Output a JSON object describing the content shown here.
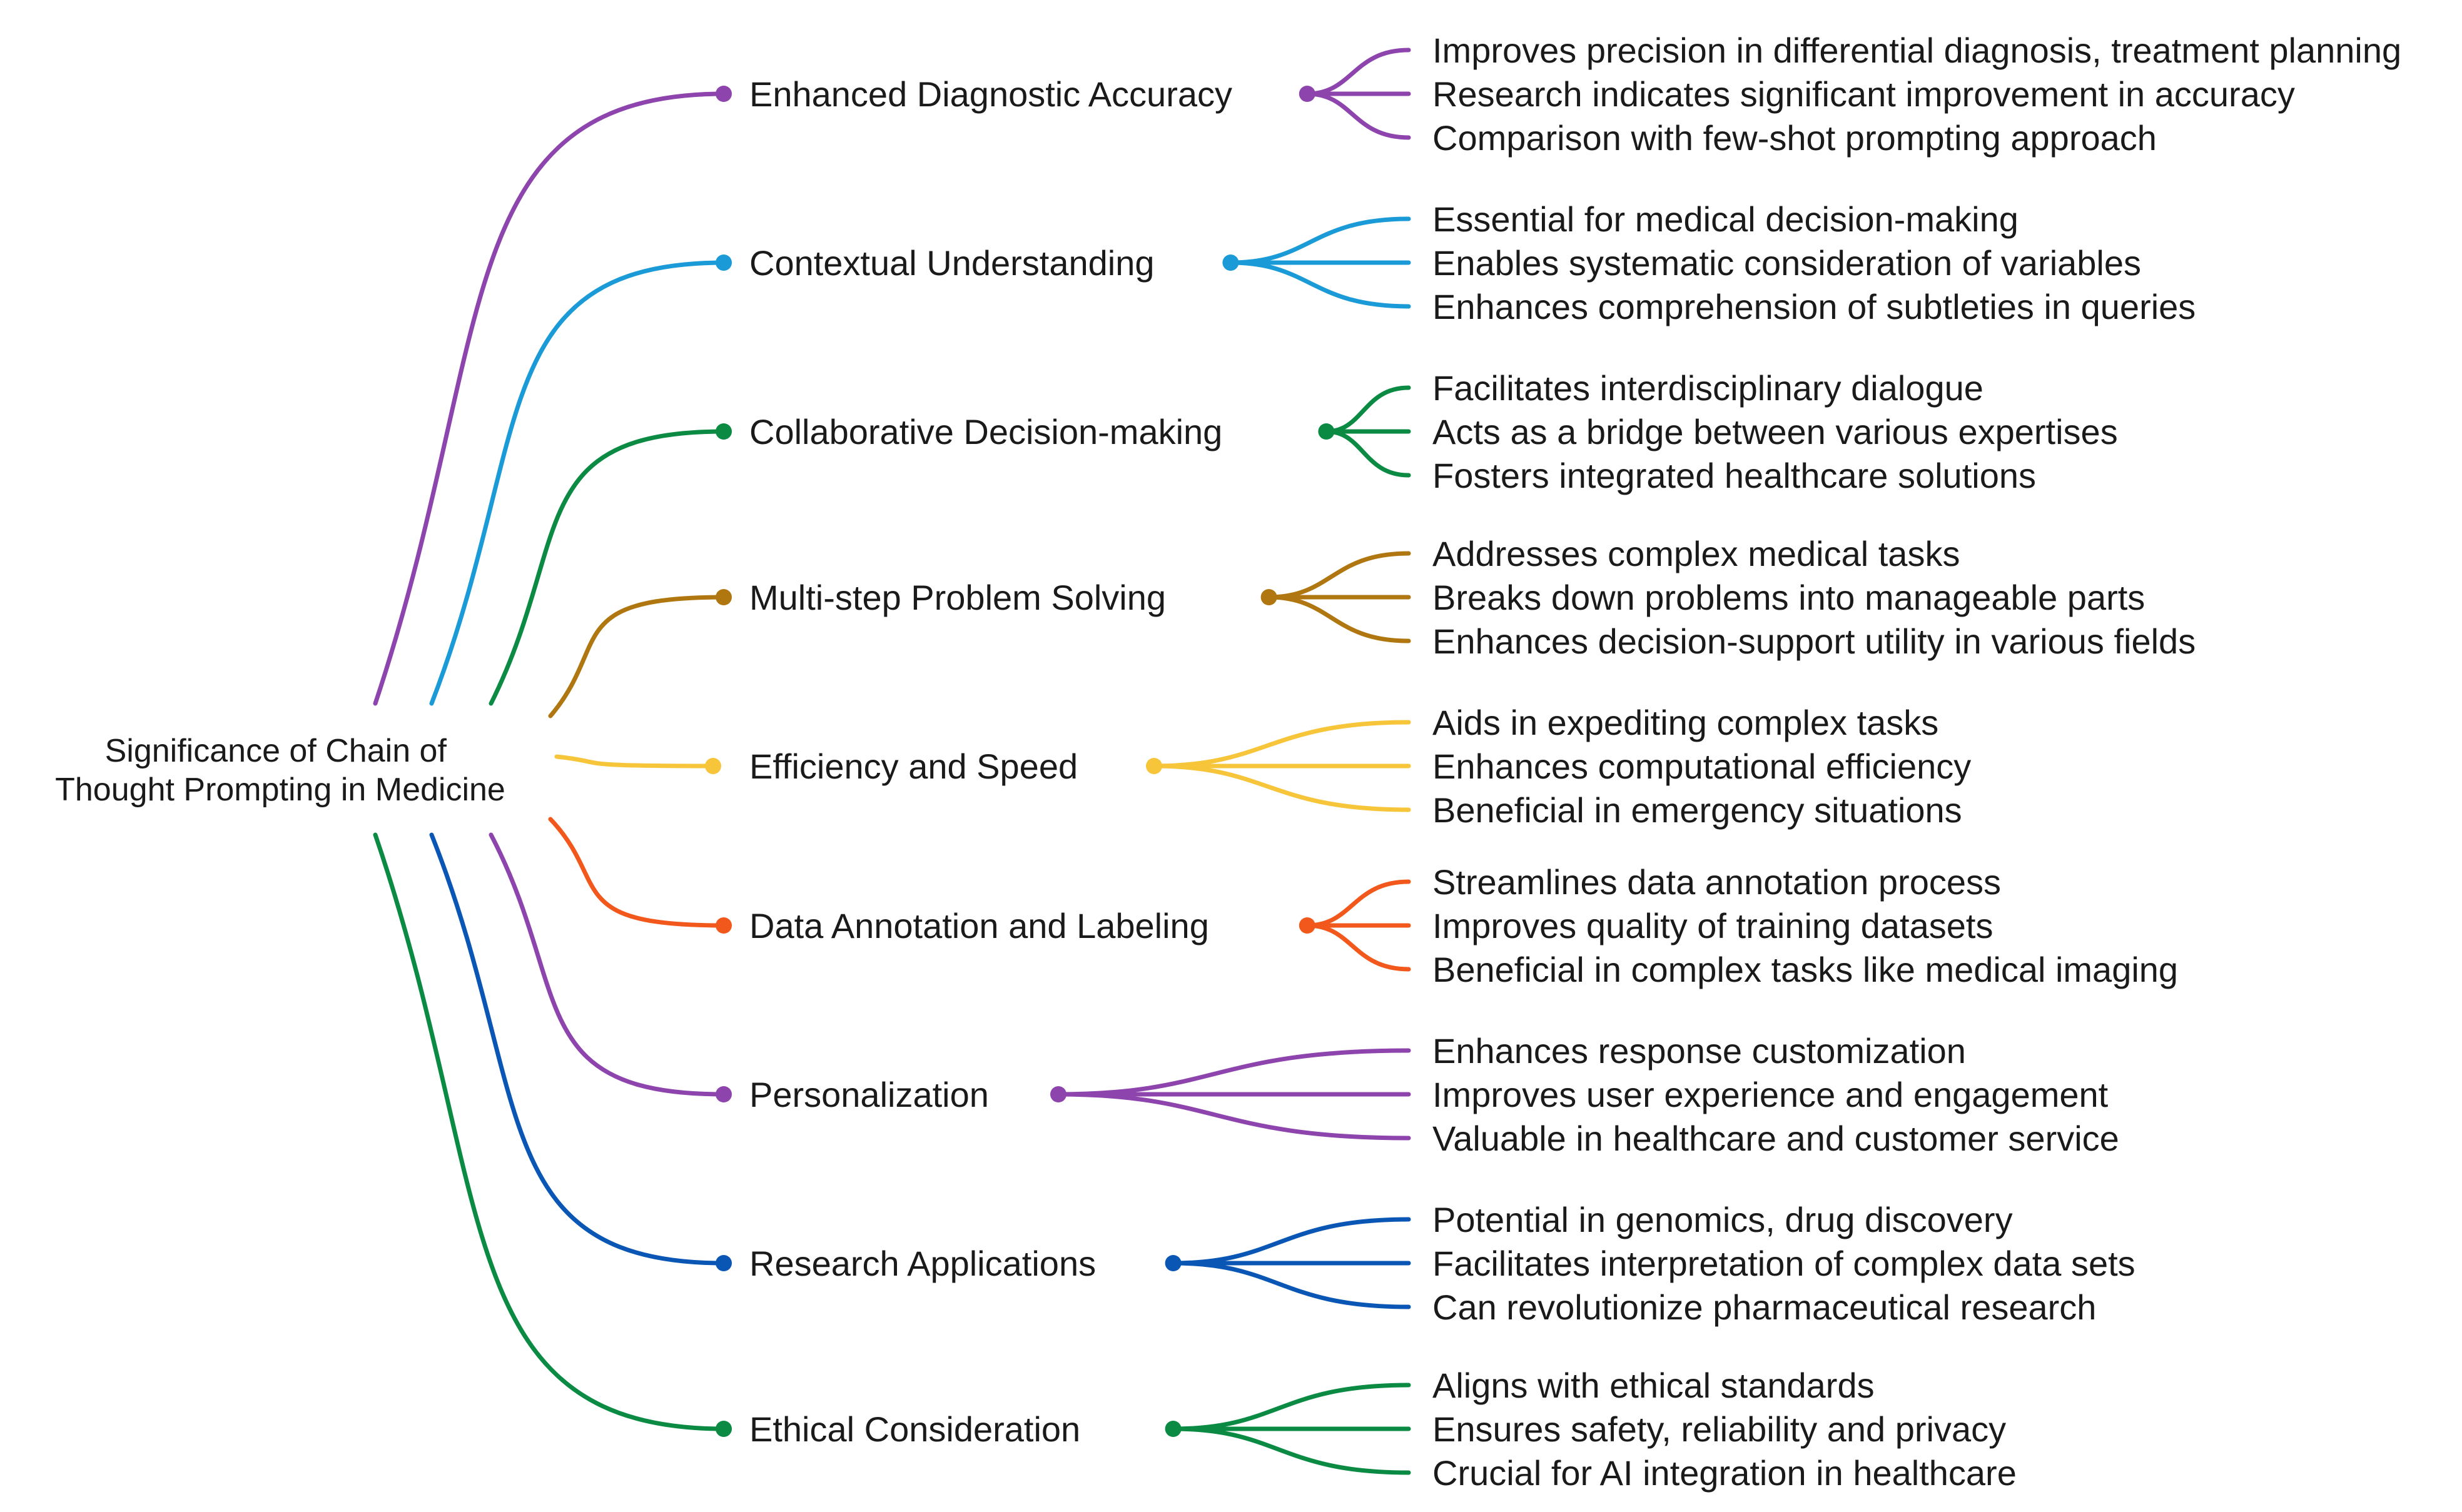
{
  "root": {
    "lines": [
      "Significance of Chain of",
      "Thought Prompting in Medicine"
    ]
  },
  "branches": [
    {
      "label": "Enhanced Diagnostic Accuracy",
      "color": "#8e44ad",
      "leaves": [
        "Improves precision in differential diagnosis, treatment planning",
        "Research indicates significant improvement in accuracy",
        "Comparison with few-shot prompting approach"
      ]
    },
    {
      "label": "Contextual Understanding",
      "color": "#1a9bd7",
      "leaves": [
        "Essential for medical decision-making",
        "Enables systematic consideration of variables",
        "Enhances comprehension of subtleties in queries"
      ]
    },
    {
      "label": "Collaborative Decision-making",
      "color": "#0a8a43",
      "leaves": [
        "Facilitates interdisciplinary dialogue",
        "Acts as a bridge between various expertises",
        "Fosters integrated healthcare solutions"
      ]
    },
    {
      "label": "Multi-step Problem Solving",
      "color": "#b07710",
      "leaves": [
        "Addresses complex medical tasks",
        "Breaks down problems into manageable parts",
        "Enhances decision-support utility in various fields"
      ]
    },
    {
      "label": "Efficiency and Speed",
      "color": "#f7c53a",
      "leaves": [
        "Aids in expediting complex tasks",
        "Enhances computational efficiency",
        "Beneficial in emergency situations"
      ]
    },
    {
      "label": "Data Annotation and Labeling",
      "color": "#f2581b",
      "leaves": [
        "Streamlines data annotation process",
        "Improves quality of training datasets",
        "Beneficial in complex tasks like medical imaging"
      ]
    },
    {
      "label": "Personalization",
      "color": "#8e44ad",
      "leaves": [
        "Enhances response customization",
        "Improves user experience and engagement",
        "Valuable in healthcare and customer service"
      ]
    },
    {
      "label": "Research Applications",
      "color": "#0a56b5",
      "leaves": [
        "Potential in genomics, drug discovery",
        "Facilitates interpretation of complex data sets",
        "Can revolutionize pharmaceutical research"
      ]
    },
    {
      "label": "Ethical Consideration",
      "color": "#0a8a43",
      "leaves": [
        "Aligns with ethical standards",
        "Ensures safety, reliability and privacy",
        "Crucial for AI integration in healthcare"
      ]
    }
  ]
}
